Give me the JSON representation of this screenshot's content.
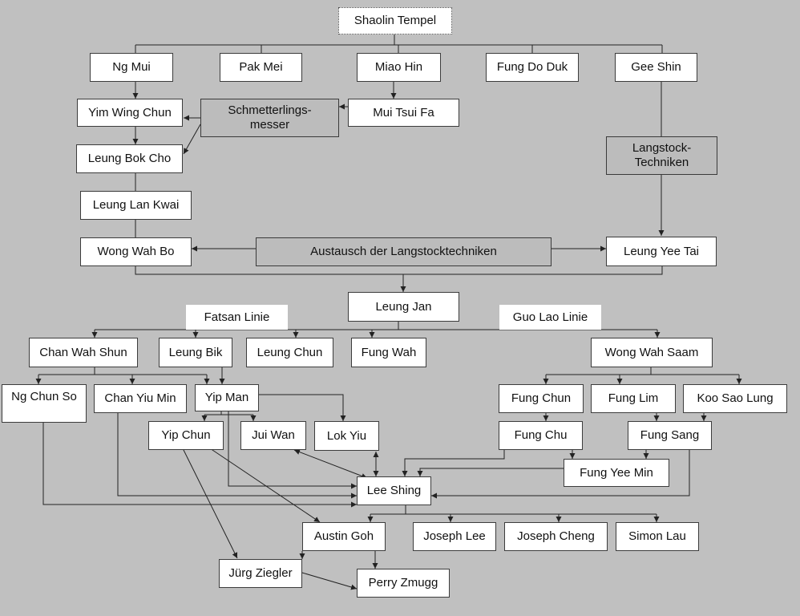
{
  "nodes": {
    "shaolin": "Shaolin Tempel",
    "ngmui": "Ng Mui",
    "pakmei": "Pak Mei",
    "miaohin": "Miao Hin",
    "fungdoduk": "Fung Do Duk",
    "geeshin": "Gee Shin",
    "yimwingchun": "Yim Wing Chun",
    "schmetterling_1": "Schmetterlings-",
    "schmetterling_2": "messer",
    "muitsuifa": "Mui Tsui Fa",
    "leungbokcho": "Leung Bok Cho",
    "langstock_1": "Langstock-",
    "langstock_2": "Techniken",
    "leunglankwai": "Leung Lan Kwai",
    "wongwahbo": "Wong Wah Bo",
    "austausch": "Austausch der Langstocktechniken",
    "leungyeetai": "Leung Yee Tai",
    "leungjan": "Leung Jan",
    "chanwahshun": "Chan Wah Shun",
    "leungbik": "Leung Bik",
    "leungchun": "Leung Chun",
    "fungwah": "Fung Wah",
    "wongwahsaam": "Wong Wah Saam",
    "ngchunso": "Ng Chun So",
    "chanyiumin": "Chan Yiu Min",
    "yipman": "Yip Man",
    "fungchun": "Fung Chun",
    "funglim": "Fung Lim",
    "koosaolung": "Koo Sao Lung",
    "yipchun": "Yip Chun",
    "juiwan": "Jui Wan",
    "lokyiu": "Lok Yiu",
    "fungchu": "Fung Chu",
    "fungsang": "Fung Sang",
    "fungyeemin": "Fung Yee Min",
    "leeshing": "Lee Shing",
    "austingoh": "Austin Goh",
    "josephlee": "Joseph Lee",
    "josephcheng": "Joseph Cheng",
    "simonlau": "Simon Lau",
    "jurgziegler": "Jürg Ziegler",
    "perryzmugg": "Perry Zmugg"
  },
  "labels": {
    "fatsan": "Fatsan Linie",
    "guolao": "Guo Lao Linie"
  },
  "colors": {
    "background": "#c0c0c0",
    "node_fill": "#ffffff",
    "highlight_fill": "#bcbcbc",
    "line": "#222222"
  }
}
